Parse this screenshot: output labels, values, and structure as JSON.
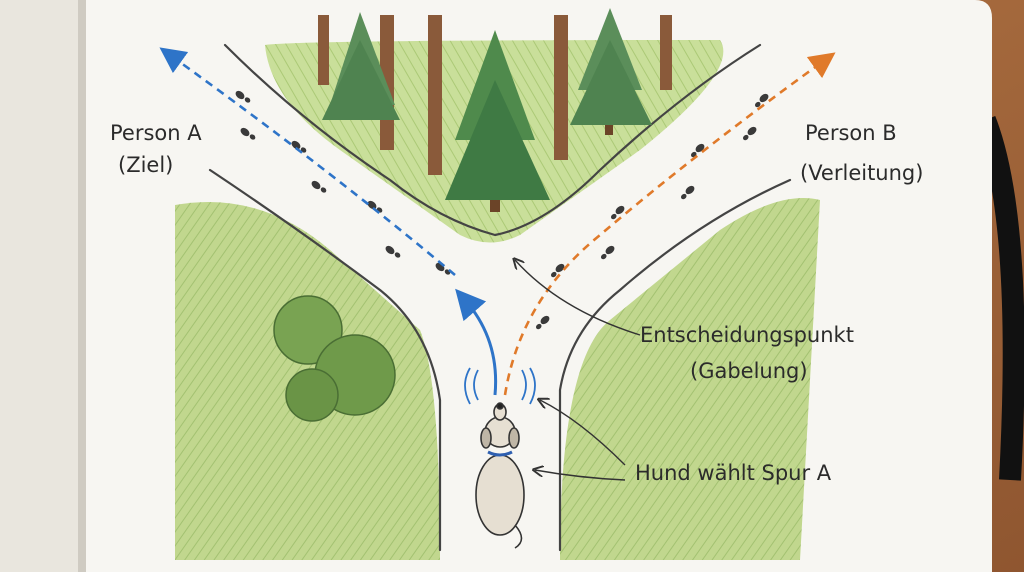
{
  "labels": {
    "person_a_line1": "Person A",
    "person_a_line2": "(Ziel)",
    "person_b_line1": "Person B",
    "person_b_line2": "(Verleitung)",
    "decision_line1": "Entscheidungspunkt",
    "decision_line2": "(Gabelung)",
    "dog_choice": "Hund wählt Spur A"
  },
  "colors": {
    "trail_a": "#2e74c8",
    "trail_b": "#e07a2a",
    "grass": "#a8c96a",
    "path": "#ebebe6",
    "tree": "#3f7a44",
    "bush": "#6f9a4a"
  }
}
